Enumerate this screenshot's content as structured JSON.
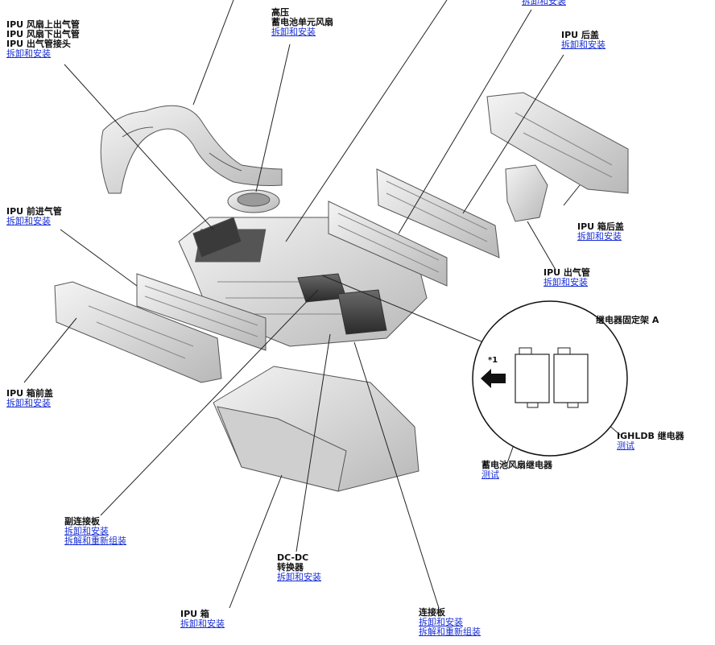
{
  "link_color": "#1a2fd6",
  "callouts": {
    "fan_outlet": {
      "lines": [
        "IPU 风扇上出气管",
        "IPU 风扇下出气管",
        "IPU 出气管接头"
      ],
      "links": [
        "拆卸和安装"
      ]
    },
    "hv_fan": {
      "lines": [
        "高压",
        "蓄电池单元风扇"
      ],
      "links": [
        "拆卸和安装"
      ]
    },
    "top_right_link": {
      "links": [
        "拆卸和安装"
      ]
    },
    "rear_cover": {
      "lines": [
        "IPU 后盖"
      ],
      "links": [
        "拆卸和安装"
      ]
    },
    "front_inlet": {
      "lines": [
        "IPU 前进气管"
      ],
      "links": [
        "拆卸和安装"
      ]
    },
    "box_rear_cover": {
      "lines": [
        "IPU 箱后盖"
      ],
      "links": [
        "拆卸和安装"
      ]
    },
    "outlet_duct": {
      "lines": [
        "IPU 出气管"
      ],
      "links": [
        "拆卸和安装"
      ]
    },
    "box_front_cover": {
      "lines": [
        "IPU 箱前盖"
      ],
      "links": [
        "拆卸和安装"
      ]
    },
    "relay_bracket": {
      "lines": [
        "继电器固定架 A"
      ]
    },
    "ighldb_relay": {
      "lines": [
        "IGHLDB 继电器"
      ],
      "links": [
        "测试"
      ]
    },
    "fan_relay": {
      "lines": [
        "蓄电池风扇继电器"
      ],
      "links": [
        "测试"
      ]
    },
    "sub_connector": {
      "lines": [
        "副连接板"
      ],
      "links": [
        "拆卸和安装",
        "拆解和重新组装"
      ]
    },
    "dcdc": {
      "lines": [
        "DC-DC",
        "转换器"
      ],
      "links": [
        "拆卸和安装"
      ]
    },
    "ipu_box": {
      "lines": [
        "IPU 箱"
      ],
      "links": [
        "拆卸和安装"
      ]
    },
    "connector_board": {
      "lines": [
        "连接板"
      ],
      "links": [
        "拆卸和安装",
        "拆解和重新组装"
      ]
    }
  },
  "detail": {
    "note_mark": "*1"
  }
}
